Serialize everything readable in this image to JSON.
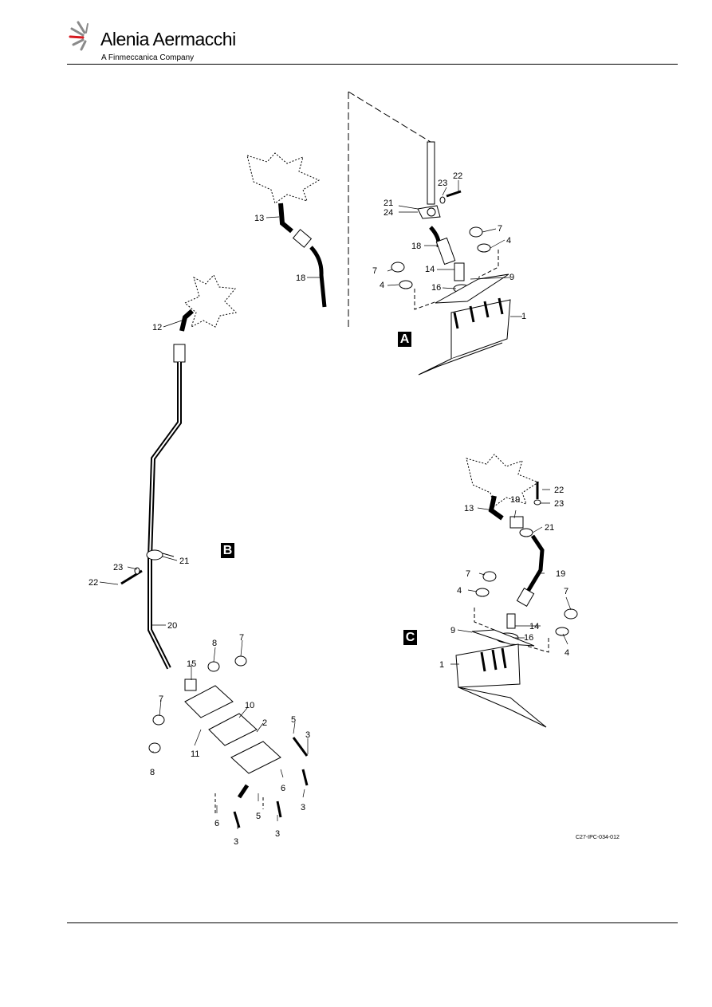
{
  "header": {
    "company": "Alenia Aermacchi",
    "tagline": "A Finmeccanica Company"
  },
  "figure": {
    "reference": "C27-IPC-034-012",
    "views": [
      "A",
      "B",
      "C"
    ]
  },
  "callouts": {
    "a": [
      "22",
      "23",
      "21",
      "24",
      "13",
      "18",
      "7",
      "4",
      "14",
      "9",
      "7",
      "4",
      "16",
      "1"
    ],
    "b": [
      "12",
      "21",
      "23",
      "22",
      "20",
      "8",
      "7",
      "15",
      "7",
      "10",
      "2",
      "5",
      "3",
      "8",
      "11",
      "6",
      "3",
      "6",
      "5",
      "3",
      "3"
    ],
    "c": [
      "22",
      "23",
      "19",
      "13",
      "21",
      "7",
      "19",
      "4",
      "7",
      "14",
      "9",
      "16",
      "4",
      "1"
    ]
  },
  "colors": {
    "brand_red": "#d71920",
    "brand_gray": "#8a8a8a",
    "line": "#000000"
  }
}
